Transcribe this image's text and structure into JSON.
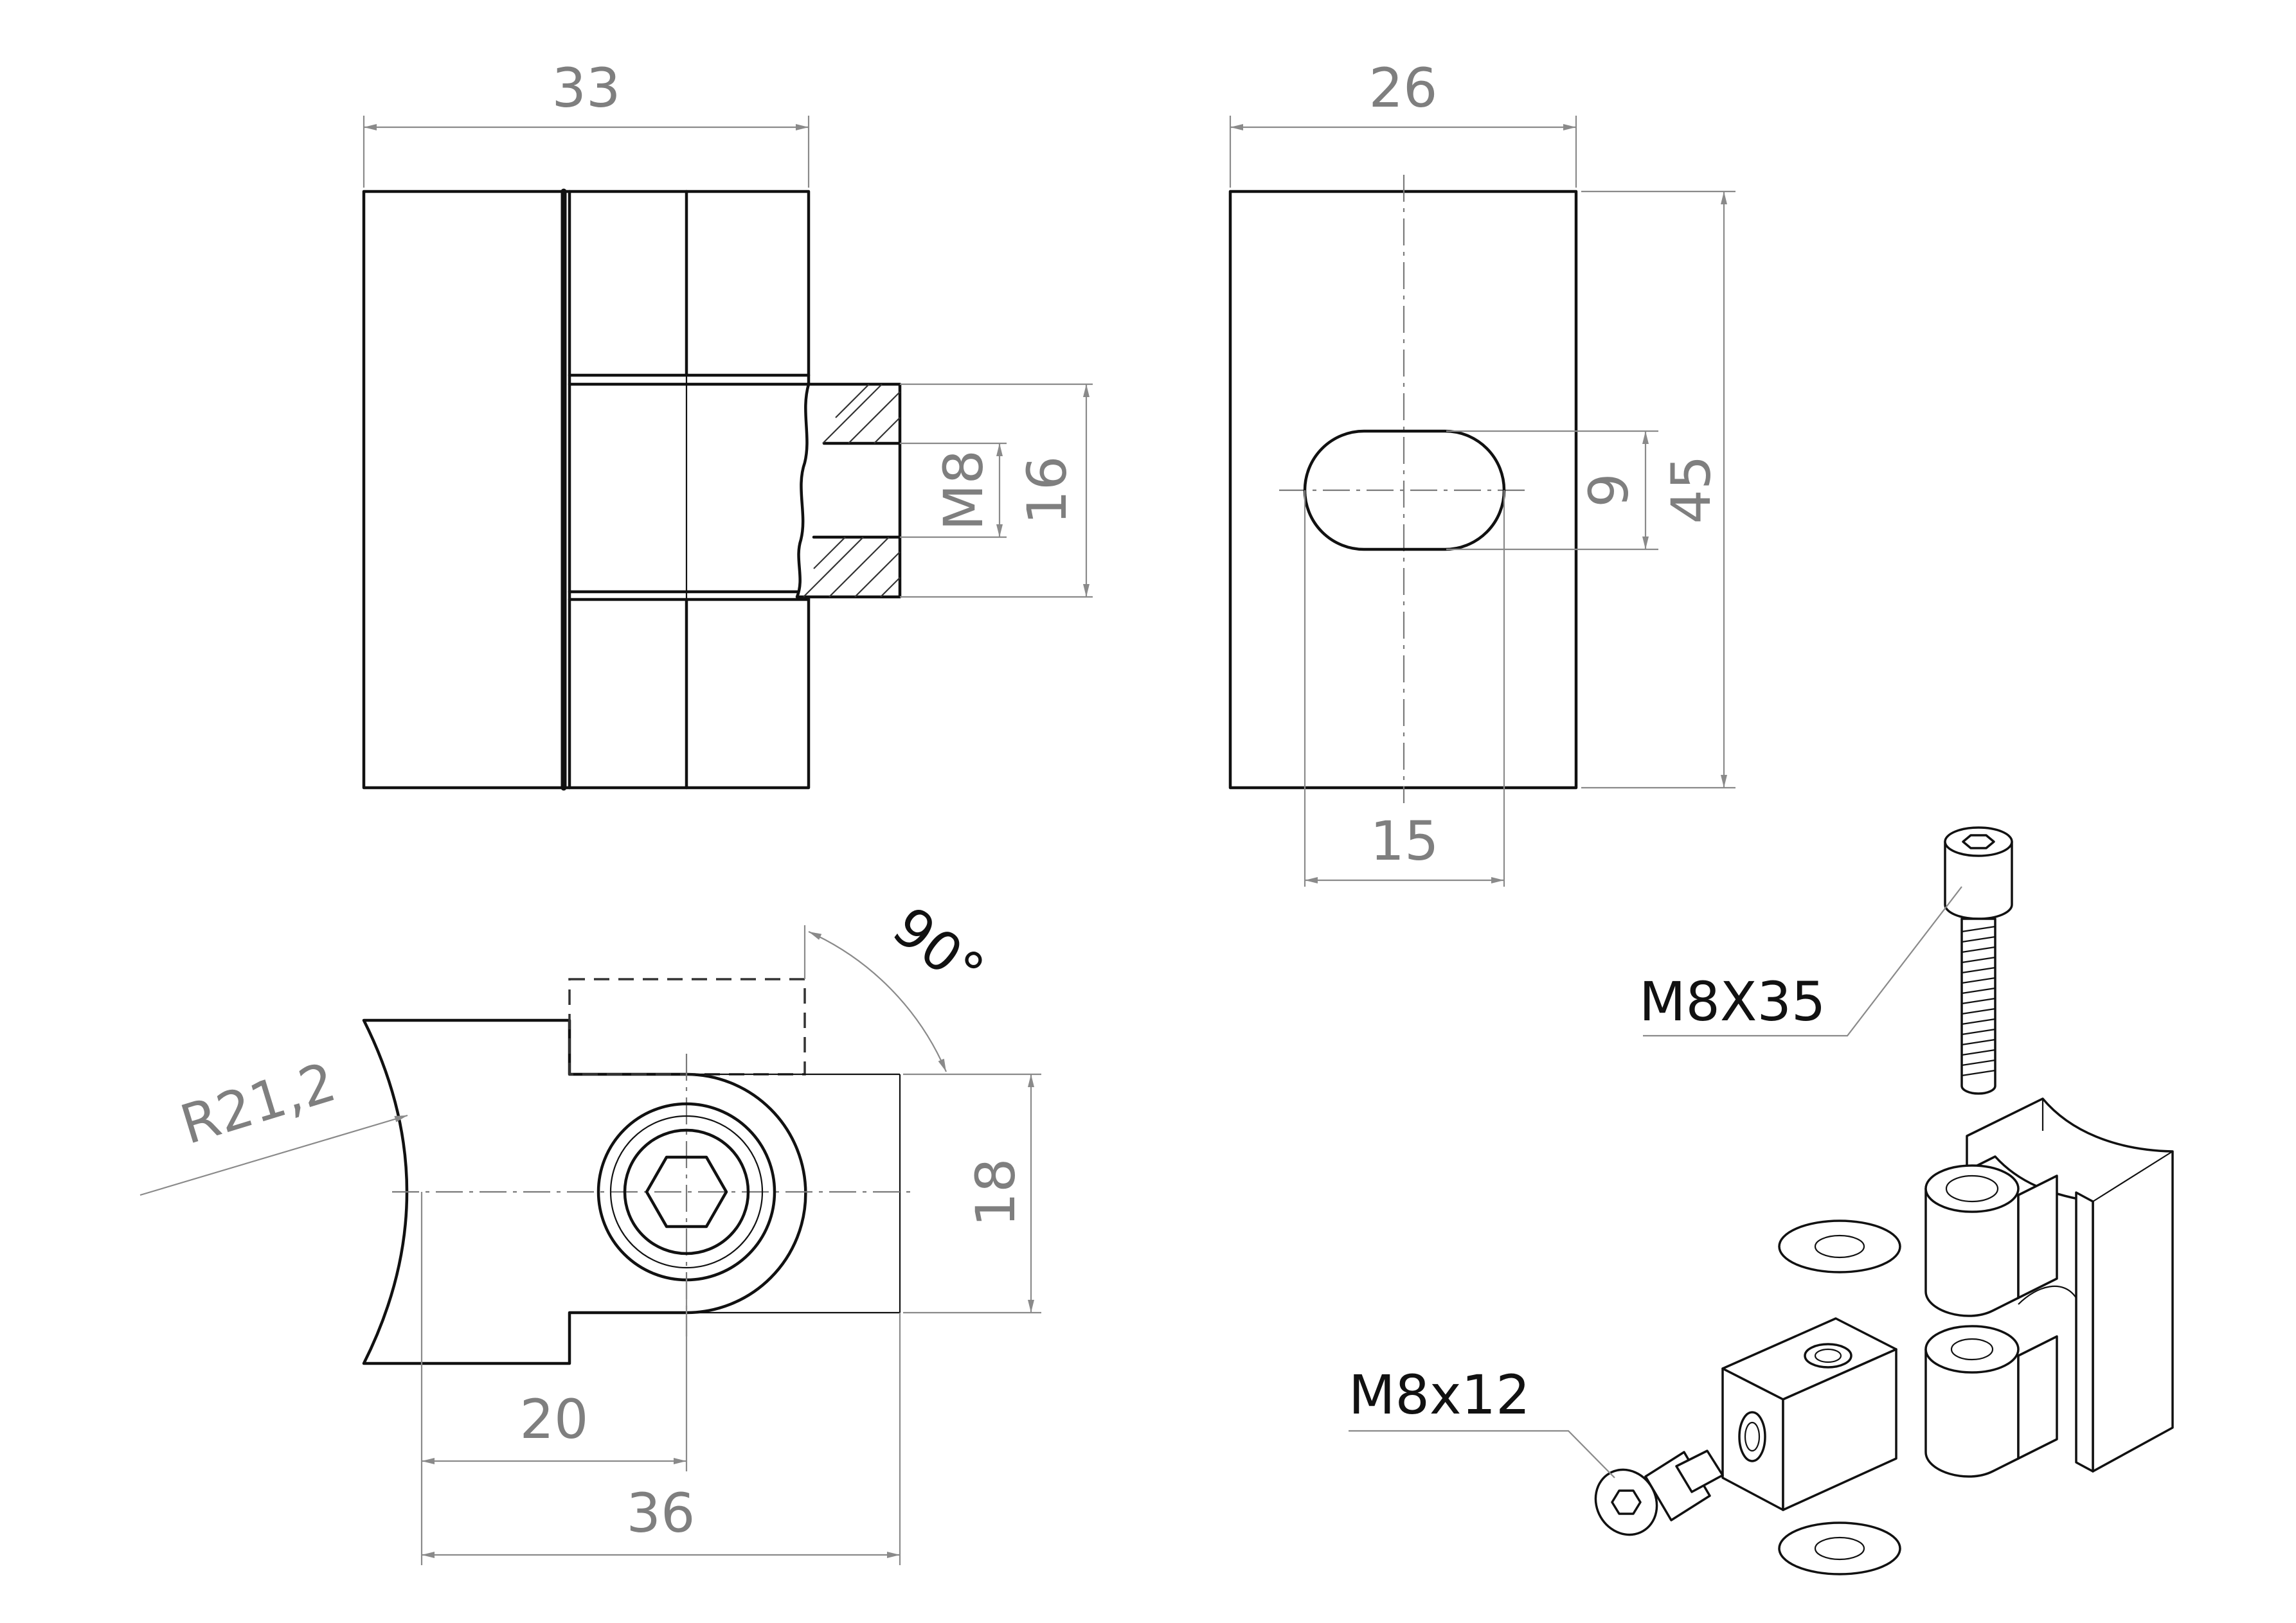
{
  "dimensions": {
    "front_width": "33",
    "side_width": "26",
    "thread": "M8",
    "bore_height": "16",
    "slot_height": "9",
    "total_height": "45",
    "slot_width": "15",
    "angle": "90°",
    "radius": "R21,2",
    "plan_height": "18",
    "center_distance": "20",
    "total_length": "36"
  },
  "callouts": {
    "long_screw": "M8X35",
    "short_screw": "M8x12"
  }
}
